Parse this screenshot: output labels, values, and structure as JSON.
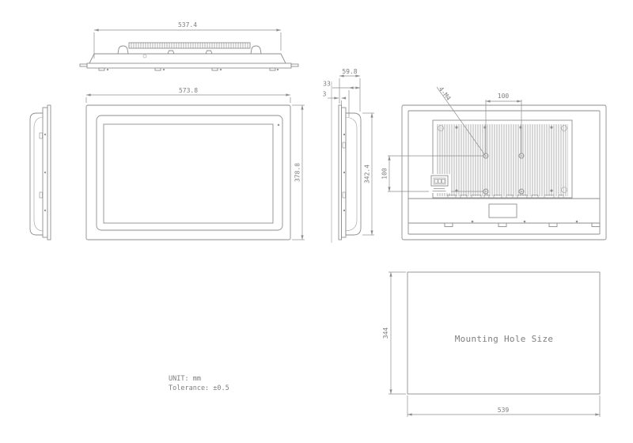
{
  "views": {
    "top": {
      "width_dim": "537.4"
    },
    "front": {
      "width_dim": "573.8",
      "height_dim": "378.8"
    },
    "side": {
      "total_depth_dim": "59.8",
      "rear_box_depth_dim": "33",
      "bezel_thickness_dim": "3",
      "body_height_dim": "342.4"
    },
    "rear": {
      "mounting_holes_label": "4-M4",
      "hole_spacing_h_dim": "100",
      "hole_spacing_v_dim": "100"
    },
    "mounting": {
      "label": "Mounting Hole Size",
      "width_dim": "539",
      "height_dim": "344"
    }
  },
  "notes": {
    "unit": "UNIT: mm",
    "tolerance": "Tolerance: ±0.5"
  },
  "colors": {
    "line": "#8e8e8e",
    "text": "#7e7e7e",
    "background": "#ffffff"
  }
}
